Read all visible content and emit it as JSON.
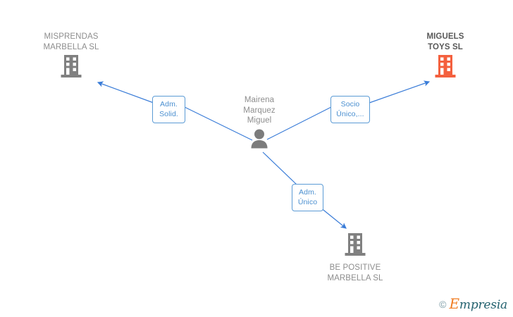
{
  "diagram": {
    "type": "entity-relationship-graph",
    "background": "#ffffff",
    "colors": {
      "edge": "#3b7dd8",
      "badge_border": "#5b9bd5",
      "badge_text": "#4a8fd0",
      "company_gray": "#808080",
      "company_orange": "#f4603e",
      "person_gray": "#7c7c7c",
      "label_gray": "#8d8d8d",
      "label_strong": "#585858"
    },
    "nodes": [
      {
        "id": "misprendas",
        "label": "MISPRENDAS\nMARBELLA SL",
        "icon": "building-icon",
        "icon_color": "#808080",
        "highlighted": false,
        "label_position": "above"
      },
      {
        "id": "miguels-toys",
        "label": "MIGUELS\nTOYS SL",
        "icon": "building-icon",
        "icon_color": "#f4603e",
        "highlighted": true,
        "label_position": "above"
      },
      {
        "id": "person",
        "label": "Mairena\nMarquez\nMiguel",
        "icon": "person-icon",
        "icon_color": "#7c7c7c",
        "highlighted": false,
        "label_position": "above"
      },
      {
        "id": "be-positive",
        "label": "BE POSITIVE\nMARBELLA SL",
        "icon": "building-icon",
        "icon_color": "#808080",
        "highlighted": false,
        "label_position": "below"
      }
    ],
    "edges": [
      {
        "id": "edge-adm-solid",
        "from": "person",
        "to": "misprendas",
        "badge": "Adm.\nSolid.",
        "direction": "to-target"
      },
      {
        "id": "edge-socio-unico",
        "from": "person",
        "to": "miguels-toys",
        "badge": "Socio\nÚnico,...",
        "direction": "to-target"
      },
      {
        "id": "edge-adm-unico",
        "from": "person",
        "to": "be-positive",
        "badge": "Adm.\nÚnico",
        "direction": "to-target"
      }
    ]
  },
  "watermark": {
    "copyright": "©",
    "brand_cap": "E",
    "brand_rest": "mpresia"
  }
}
